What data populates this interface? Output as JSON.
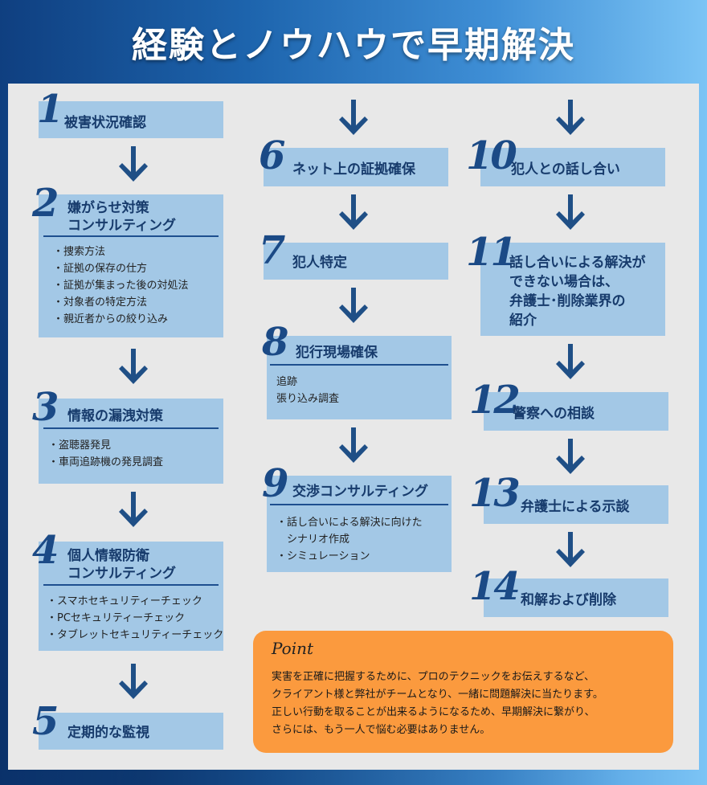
{
  "title": "経験とノウハウで早期解決",
  "steps": [
    {
      "num": "1",
      "label": "被害状況確認",
      "items": []
    },
    {
      "num": "2",
      "label": [
        "嫌がらせ対策",
        "コンサルティング"
      ],
      "items": [
        "・捜索方法",
        "・証拠の保存の仕方",
        "・証拠が集まった後の対処法",
        "・対象者の特定方法",
        "・親近者からの絞り込み"
      ]
    },
    {
      "num": "3",
      "label": "情報の漏洩対策",
      "items": [
        "・盗聴器発見",
        "・車両追跡機の発見調査"
      ]
    },
    {
      "num": "4",
      "label": [
        "個人情報防衛",
        "コンサルティング"
      ],
      "items": [
        "・スマホセキュリティーチェック",
        "・PCセキュリティーチェック",
        "・タブレットセキュリティーチェック"
      ]
    },
    {
      "num": "5",
      "label": "定期的な監視",
      "items": []
    },
    {
      "num": "6",
      "label": "ネット上の証拠確保",
      "items": []
    },
    {
      "num": "7",
      "label": "犯人特定",
      "items": []
    },
    {
      "num": "8",
      "label": "犯行現場確保",
      "items": [
        "追跡",
        "張り込み調査"
      ]
    },
    {
      "num": "9",
      "label": "交渉コンサルティング",
      "items": [
        "・話し合いによる解決に向けた",
        "　シナリオ作成",
        "・シミュレーション"
      ]
    },
    {
      "num": "10",
      "label": "犯人との話し合い",
      "items": []
    },
    {
      "num": "11",
      "label": [
        "話し合いによる解決が",
        "できない場合は、",
        "弁護士･削除業界の",
        "紹介"
      ],
      "items": []
    },
    {
      "num": "12",
      "label": "警察への相談",
      "items": []
    },
    {
      "num": "13",
      "label": "弁護士による示談",
      "items": []
    },
    {
      "num": "14",
      "label": "和解および削除",
      "items": []
    }
  ],
  "point": {
    "title": "Point",
    "lines": [
      "実害を正確に把握するために、プロのテクニックをお伝えするなど、",
      "クライアント様と弊社がチームとなり、一緒に問題解決に当たります。",
      "正しい行動を取ることが出来るようになるため、早期解決に繋がり、",
      "さらには、もう一人で悩む必要はありません。"
    ]
  },
  "colors": {
    "box": "#a3c8e6",
    "number": "#1b4a86",
    "arrow": "#1f4f86",
    "point_box": "#fb9a3e",
    "panel": "#e8e8e8"
  }
}
